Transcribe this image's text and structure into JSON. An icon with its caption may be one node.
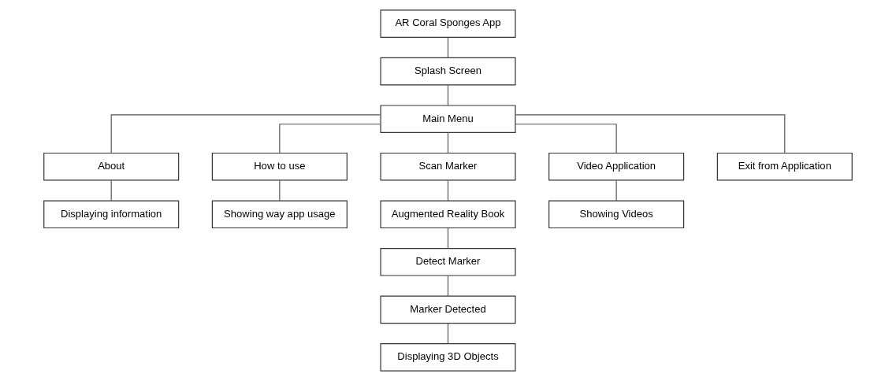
{
  "diagram": {
    "nodes": [
      {
        "text": [
          "AR Coral Sponges App"
        ]
      },
      {
        "text": [
          "Splash Screen"
        ]
      },
      {
        "text": [
          "Main Menu"
        ]
      },
      {
        "text": [
          "About"
        ]
      },
      {
        "text": [
          "How to use"
        ]
      },
      {
        "text": [
          "Scan Marker"
        ]
      },
      {
        "text": [
          "Video Application"
        ]
      },
      {
        "text": [
          "Exit from Application"
        ]
      },
      {
        "text": [
          "Displaying information"
        ]
      },
      {
        "text": [
          "Showing way app usage"
        ]
      },
      {
        "text": [
          "Augmented Reality Book"
        ]
      },
      {
        "text": [
          "Showing Videos"
        ]
      },
      {
        "text": [
          "Detect Marker"
        ]
      },
      {
        "text": [
          "Marker Detected"
        ]
      },
      {
        "text": [
          "Displaying 3D Objects"
        ]
      }
    ],
    "edges": [
      {
        "from": 0,
        "to": 1,
        "arrow": "none"
      },
      {
        "from": 1,
        "to": 2,
        "arrow": "none"
      },
      {
        "from": 2,
        "to": 3,
        "arrow": "none"
      },
      {
        "from": 2,
        "to": 4,
        "arrow": "none"
      },
      {
        "from": 2,
        "to": 5,
        "arrow": "none"
      },
      {
        "from": 2,
        "to": 6,
        "arrow": "none"
      },
      {
        "from": 2,
        "to": 7,
        "arrow": "none"
      },
      {
        "from": 3,
        "to": 8,
        "arrow": "none"
      },
      {
        "from": 4,
        "to": 9,
        "arrow": "none"
      },
      {
        "from": 5,
        "to": 10,
        "arrow": "none"
      },
      {
        "from": 6,
        "to": 11,
        "arrow": "none"
      },
      {
        "from": 10,
        "to": 12,
        "arrow": "none"
      },
      {
        "from": 12,
        "to": 13,
        "arrow": "none"
      },
      {
        "from": 13,
        "to": 14,
        "arrow": "none"
      }
    ]
  }
}
